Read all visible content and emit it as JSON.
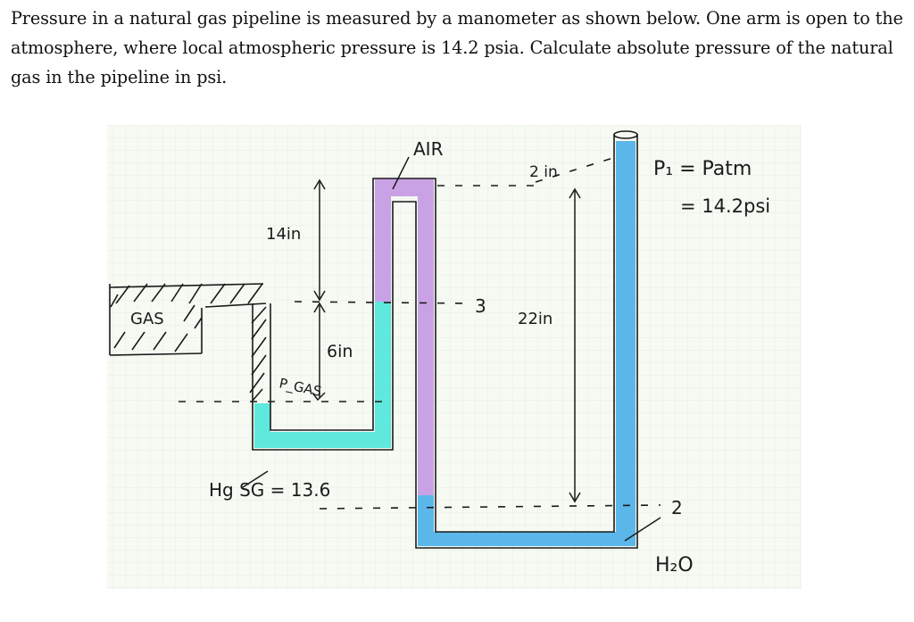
{
  "problem": {
    "text": "Pressure in a natural gas pipeline is measured by a manometer as shown below. One arm is open to the atmosphere, where local atmospheric pressure is 14.2 psia. Calculate absolute pressure of the natural gas in the pipeline in psi."
  },
  "diagram": {
    "labels": {
      "gas": "GAS",
      "air": "AIR",
      "h14": "14in",
      "h6": "6in",
      "pgas": "P_GAS",
      "hg": "Hg SG = 13.6",
      "pt3": "3",
      "pt2": "2",
      "h22": "22in",
      "h2": "2 in",
      "p1": "P₁ = Patm",
      "p1val": "= 14.2psi",
      "h2o": "H₂O"
    },
    "colors": {
      "mercury": "#5fe8dc",
      "air": "#c9a2e6",
      "water": "#5bb7ea",
      "paper": "#f6faf3",
      "grid": "#e4efe0",
      "ink": "#1a1a1a"
    }
  }
}
